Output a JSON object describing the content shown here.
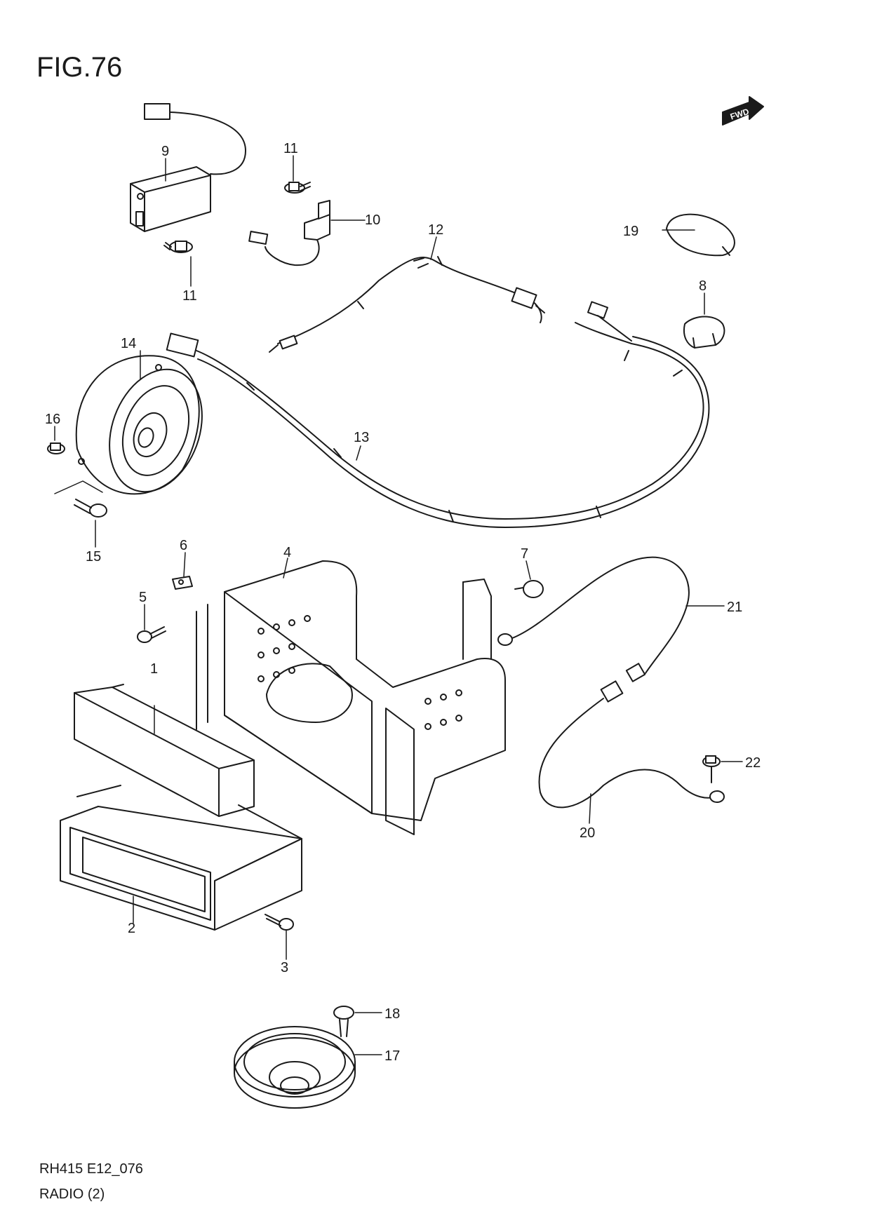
{
  "figure": {
    "title": "FIG.76",
    "code": "RH415 E12_076",
    "name": "RADIO (2)"
  },
  "fwd_label": "FWD",
  "callouts": [
    "1",
    "2",
    "3",
    "4",
    "5",
    "6",
    "7",
    "8",
    "9",
    "10",
    "11",
    "11",
    "12",
    "13",
    "14",
    "15",
    "16",
    "17",
    "18",
    "19",
    "20",
    "21",
    "22"
  ],
  "colors": {
    "ink": "#1a1a1a",
    "paper": "#ffffff"
  }
}
